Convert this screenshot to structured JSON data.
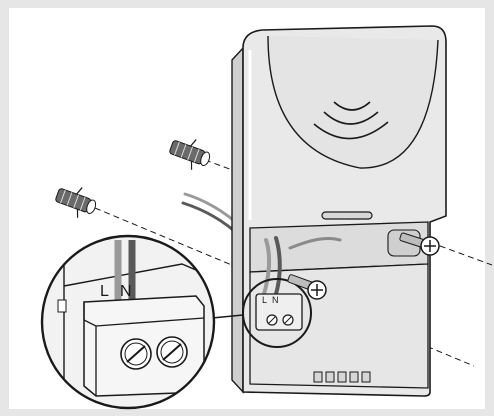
{
  "diagram": {
    "inset_labels": {
      "live": "L",
      "neutral": "N"
    },
    "device_labels": {
      "live": "L",
      "neutral": "N"
    },
    "colors": {
      "background": "#e6e6e6",
      "panel": "#ffffff",
      "housing_fill": "#e9e9e9",
      "housing_shade": "#cfcfcf",
      "stroke": "#1a1a1a",
      "wire_grey": "#9a9a9a",
      "wire_dark": "#5a5a5a"
    },
    "icons": [
      "wall-plug-icon",
      "screw-icon"
    ]
  }
}
